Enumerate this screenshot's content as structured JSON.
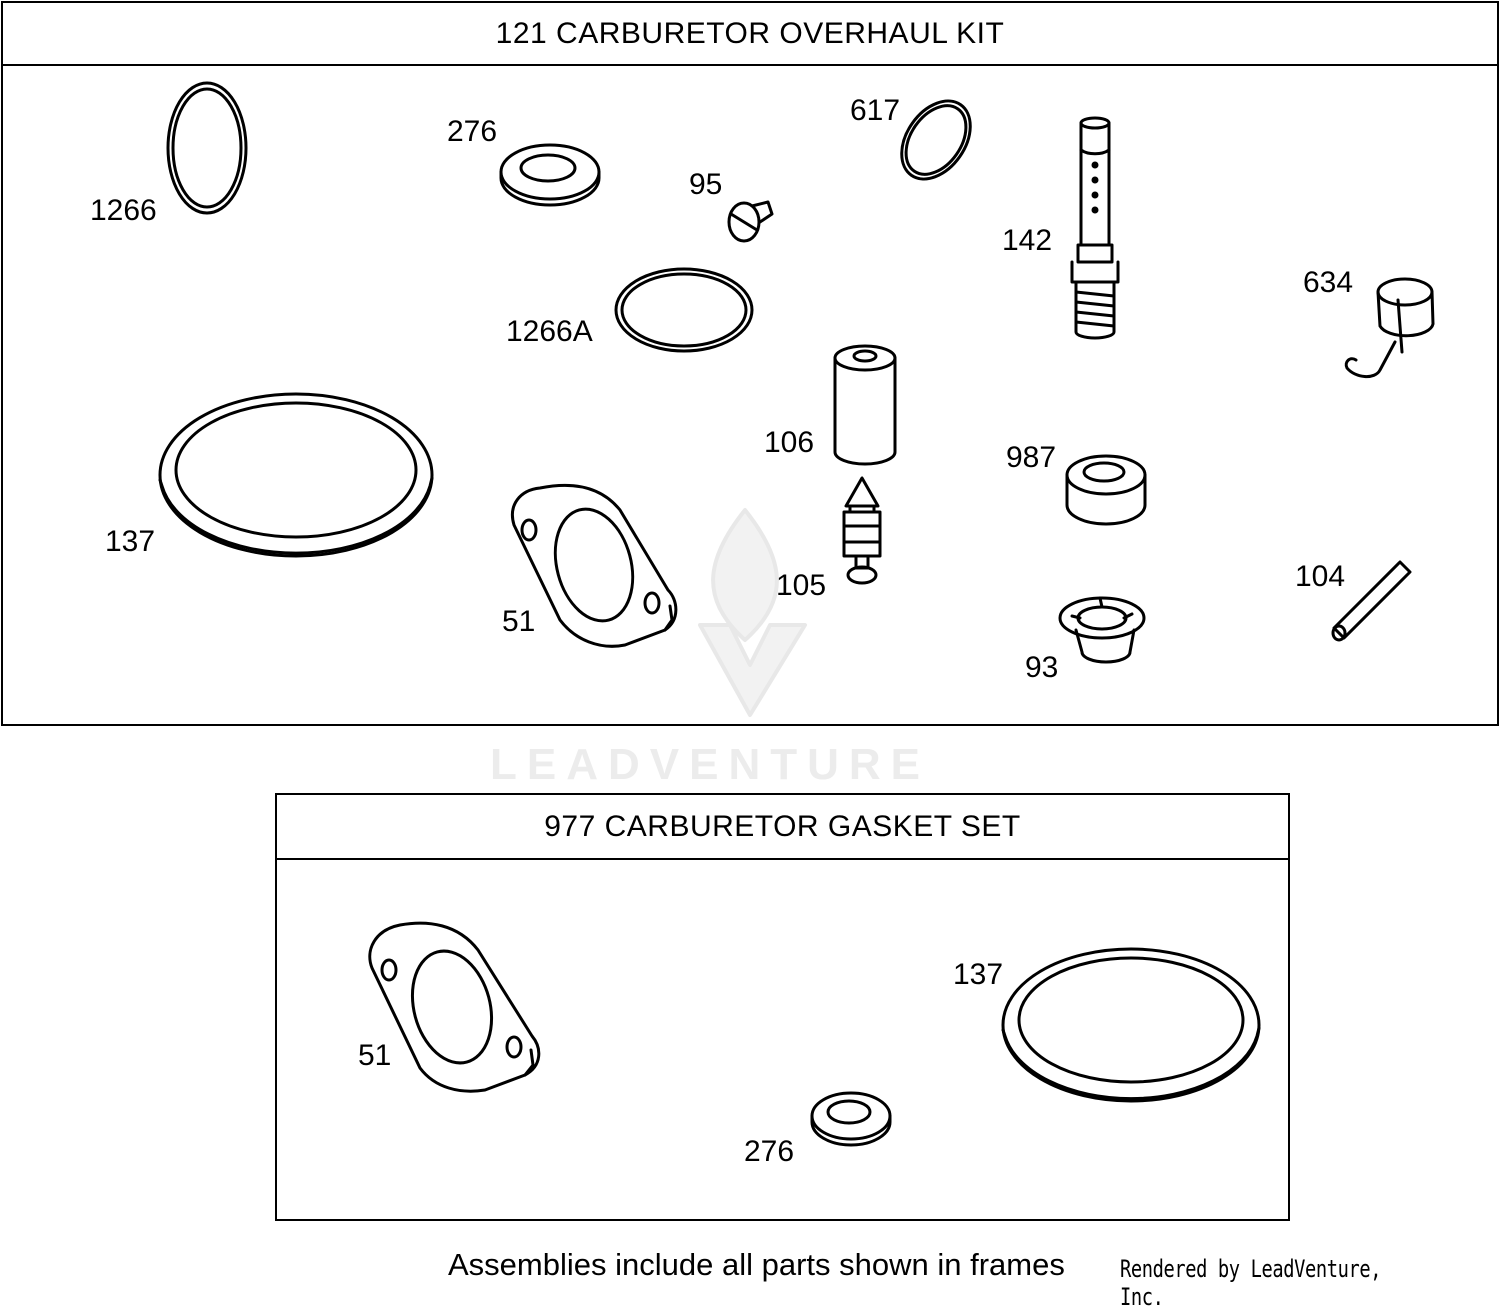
{
  "kits": [
    {
      "title": "121 CARBURETOR OVERHAUL KIT"
    },
    {
      "title": "977 CARBURETOR GASKET SET"
    }
  ],
  "callouts": {
    "c1266": "1266",
    "c276": "276",
    "c95": "95",
    "c617": "617",
    "c142": "142",
    "c634": "634",
    "c1266A": "1266A",
    "c106": "106",
    "c987": "987",
    "c137": "137",
    "c105": "105",
    "c51": "51",
    "c104": "104",
    "c93": "93",
    "g51": "51",
    "g137": "137",
    "g276": "276"
  },
  "footer": {
    "note": "Assemblies include all parts shown in frames",
    "rendered_by": "Rendered by LeadVenture, Inc."
  },
  "watermark": "LEADVENTURE"
}
